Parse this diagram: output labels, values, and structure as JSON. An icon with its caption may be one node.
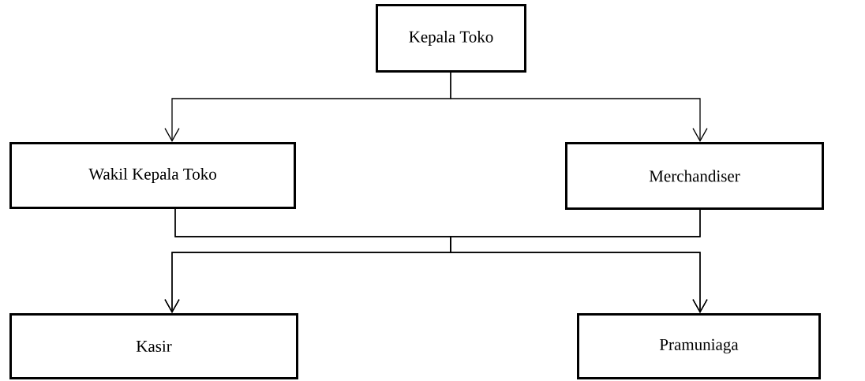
{
  "diagram": {
    "nodes": [
      {
        "text": [
          "Kepala Toko"
        ]
      },
      {
        "text": [
          "Wakil Kepala Toko"
        ]
      },
      {
        "text": [
          "Merchandiser"
        ]
      },
      {
        "text": [
          "Kasir"
        ]
      },
      {
        "text": [
          "Pramuniaga"
        ]
      }
    ],
    "edges": [
      {
        "from": 0,
        "to": 1,
        "arrow": "to"
      },
      {
        "from": 0,
        "to": 2,
        "arrow": "to"
      },
      {
        "from": 1,
        "to": 3,
        "arrow": "to"
      },
      {
        "from": 1,
        "to": 4,
        "arrow": "to"
      },
      {
        "from": 2,
        "to": 3,
        "arrow": "to"
      },
      {
        "from": 2,
        "to": 4,
        "arrow": "to"
      }
    ]
  }
}
